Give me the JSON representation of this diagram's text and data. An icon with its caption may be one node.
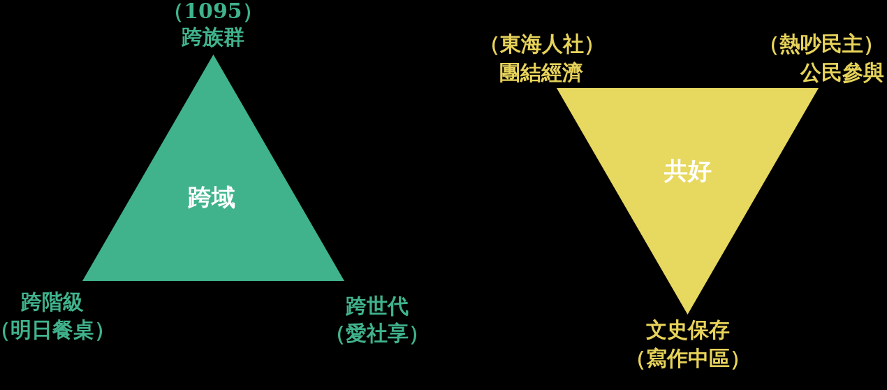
{
  "diagram": {
    "nodes": [
      {
        "text": [
          "跨域"
        ],
        "beside": [
          "（1095）",
          "跨族群",
          "跨階級",
          "（明日餐桌）",
          "跨世代",
          "（愛社享）"
        ]
      },
      {
        "text": [
          "共好"
        ],
        "beside": [
          "（東海人社）",
          "團結經濟",
          "（熱吵民主）",
          "公民參與",
          "文史保存",
          "（寫作中區）"
        ]
      }
    ]
  }
}
